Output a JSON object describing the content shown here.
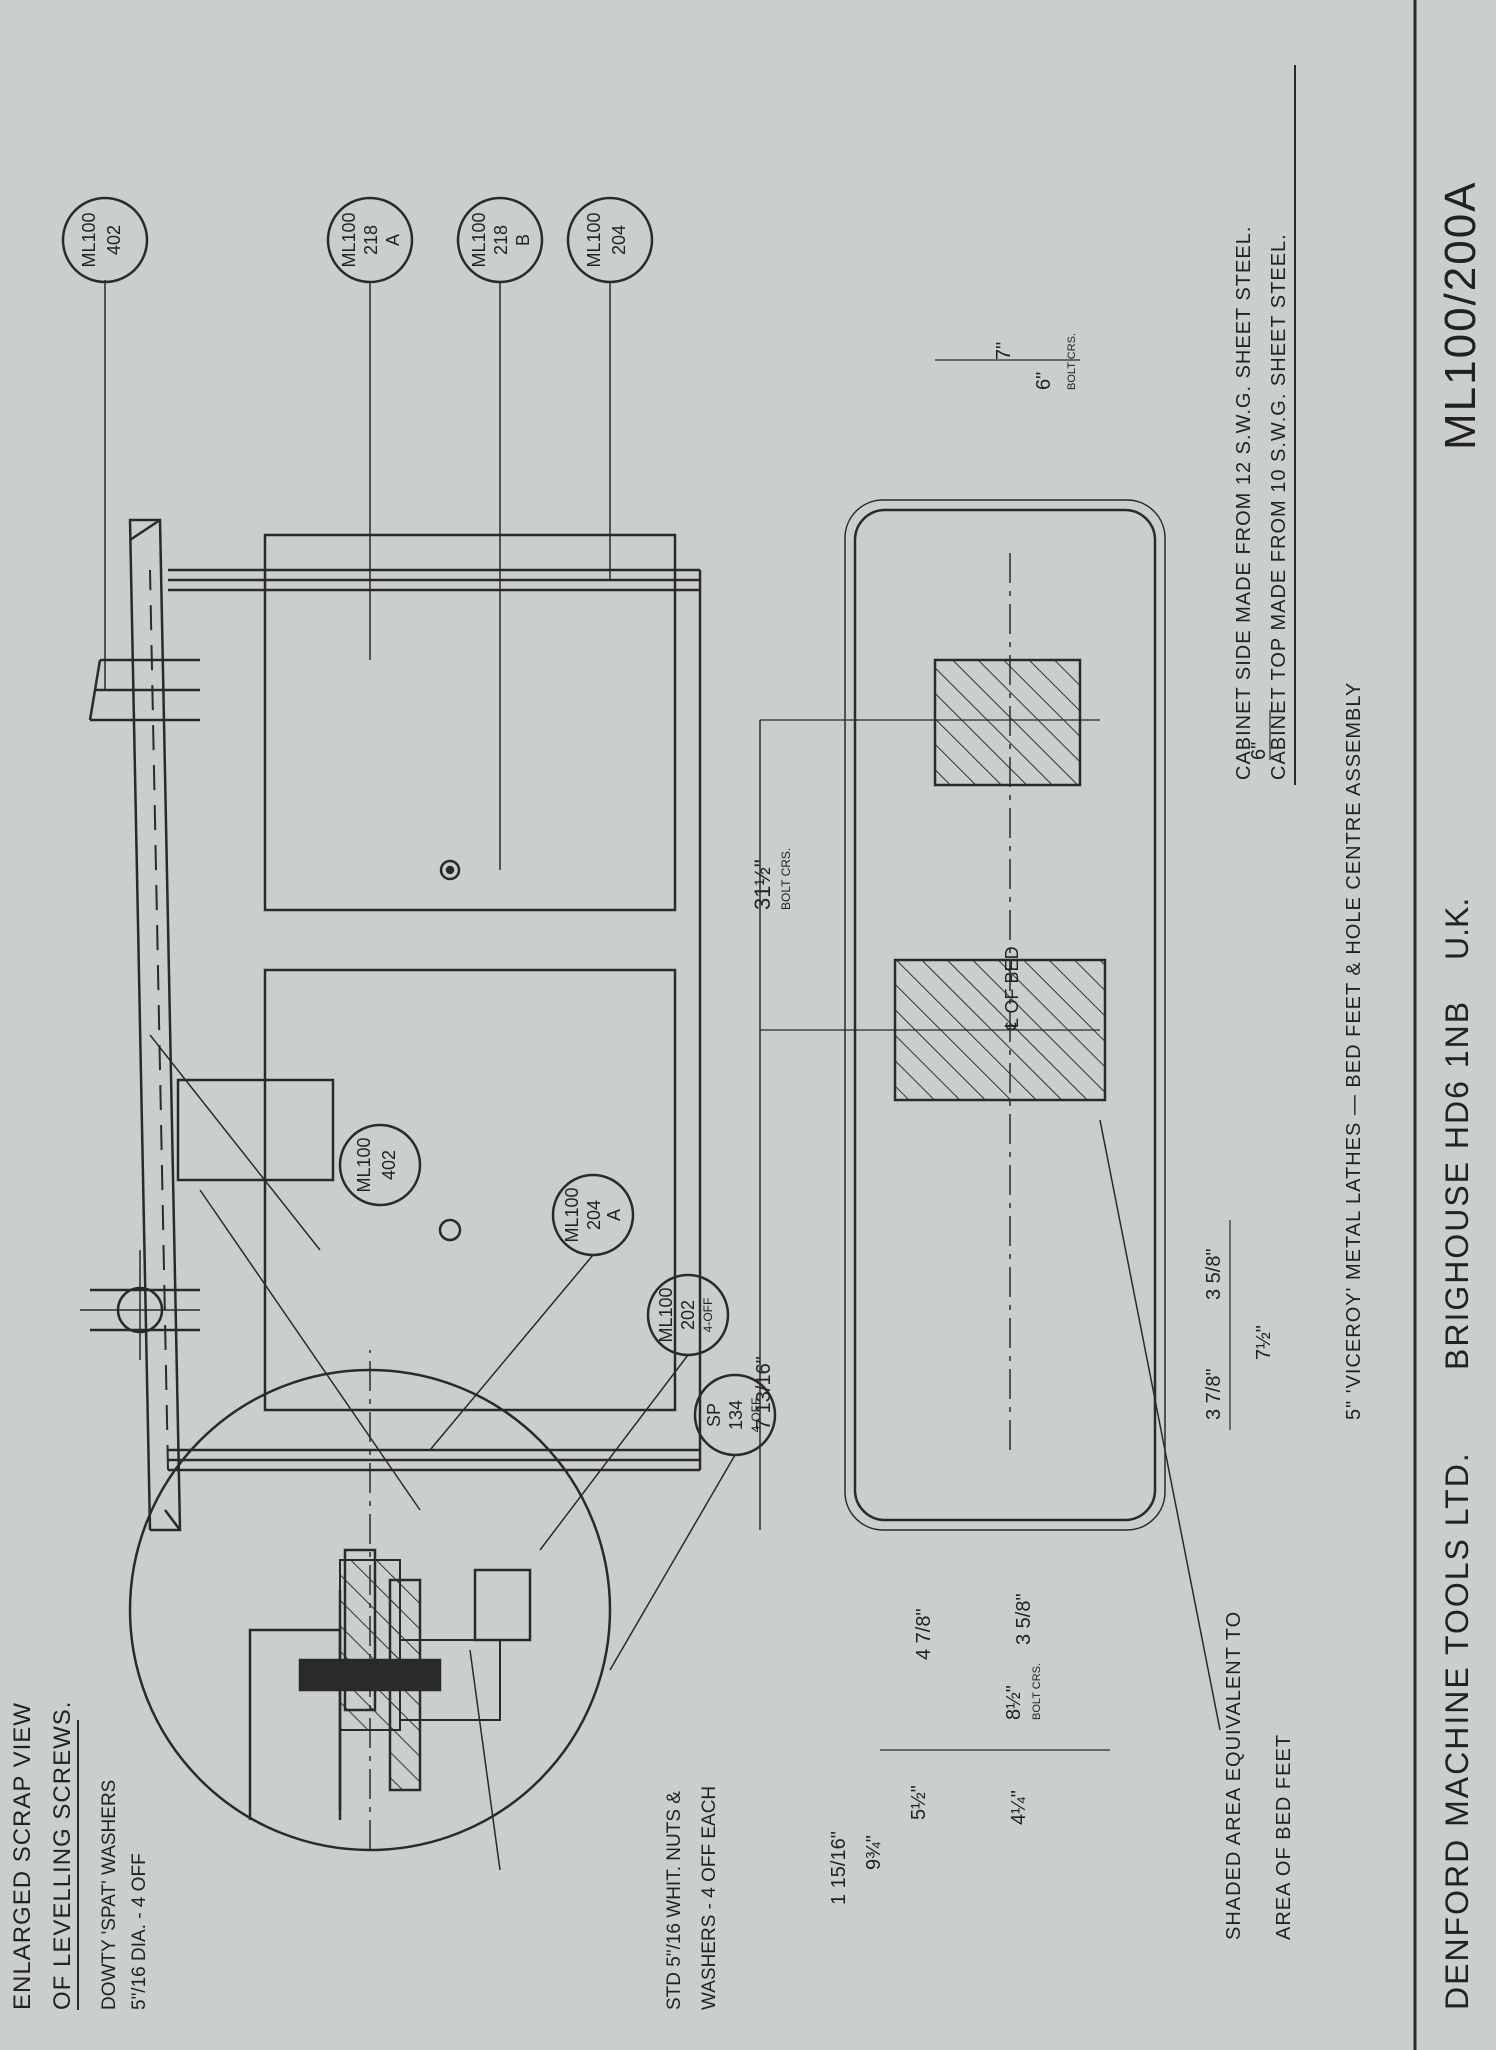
{
  "drawing": {
    "number": "ML100/200A",
    "maker": "DENFORD MACHINE TOOLS LTD.",
    "address": "BRIGHOUSE HD6 1NB",
    "country": "U.K.",
    "title": "5\" 'VICEROY' METAL LATHES — BED FEET & HOLE CENTRE ASSEMBLY",
    "paper_color": "#c9cfcf",
    "ink_color": "#2a2a2a"
  },
  "notes": {
    "scrap_view_1": "ENLARGED SCRAP VIEW",
    "scrap_view_2": "OF LEVELLING SCREWS.",
    "dowty_1": "DOWTY 'SPAT' WASHERS",
    "dowty_2": "5\"/16 DIA. - 4 OFF",
    "std_1": "STD 5\"/16 WHIT. NUTS &",
    "std_2": "WASHERS - 4 OFF EACH",
    "shaded_1": "SHADED AREA EQUIVALENT TO",
    "shaded_2": "AREA OF BED FEET",
    "cabinet_side": "CABINET SIDE MADE FROM 12 S.W.G. SHEET STEEL.",
    "cabinet_top": "CABINET TOP MADE FROM 10 S.W.G. SHEET STEEL.",
    "centre_bed": "℄ OF BED"
  },
  "balloons": [
    {
      "code": "ML100",
      "num": "402",
      "suffix": ""
    },
    {
      "code": "ML100",
      "num": "218",
      "suffix": "A"
    },
    {
      "code": "ML100",
      "num": "218",
      "suffix": "B"
    },
    {
      "code": "ML100",
      "num": "204",
      "suffix": ""
    },
    {
      "code": "ML100",
      "num": "402",
      "suffix": ""
    },
    {
      "code": "ML100",
      "num": "204",
      "suffix": "A"
    },
    {
      "code": "ML100",
      "num": "202",
      "suffix": "4-OFF"
    },
    {
      "code": "SP",
      "num": "134",
      "suffix": "4-OFF"
    }
  ],
  "dims": {
    "bolt_crs_long": "31½\"",
    "bolt_crs_label": "BOLT CRS.",
    "left_offset": "7 13/16\"",
    "bolt_crs_short": "6\"",
    "foot_width": "6\"",
    "right_overall": "7\"",
    "foot_a": "3 7/8\"",
    "foot_b": "3 5/8\"",
    "foot_total": "7½\"",
    "h_overall": "9¾\"",
    "h_a": "5½\"",
    "h_b": "4¼\"",
    "h_c": "8½\"",
    "h_c_label": "BOLT CRS.",
    "h_d": "4 7/8\"",
    "h_e": "3 5/8\"",
    "h_f": "1 15/16\""
  }
}
